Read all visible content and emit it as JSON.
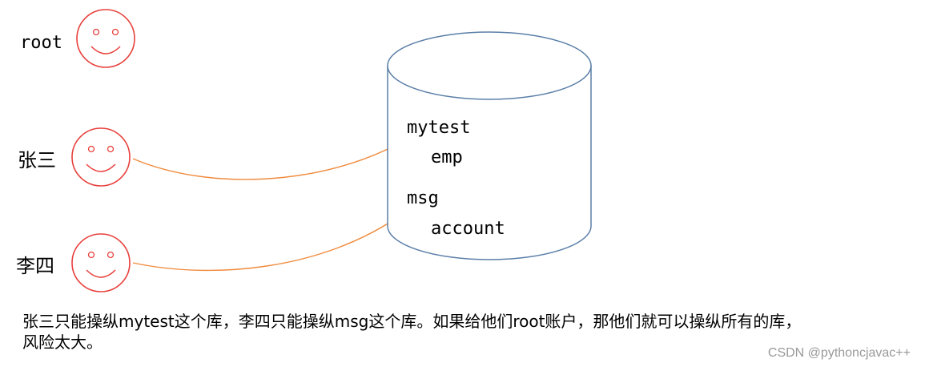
{
  "users": [
    {
      "name": "root"
    },
    {
      "name": "张三"
    },
    {
      "name": "李四"
    }
  ],
  "database": {
    "schemas": [
      {
        "name": "mytest",
        "table": "emp"
      },
      {
        "name": "msg",
        "table": "account"
      }
    ]
  },
  "caption": {
    "line1": "张三只能操纵mytest这个库，李四只能操纵msg这个库。如果给他们root账户，那他们就可以操纵所有的库，",
    "line2": "风险太大。"
  },
  "watermark": "CSDN @pythoncjavac++",
  "colors": {
    "face": "#e8413c",
    "arrow": "#f08a3c",
    "cylinder": "#5b7fa8",
    "text": "#000000"
  }
}
